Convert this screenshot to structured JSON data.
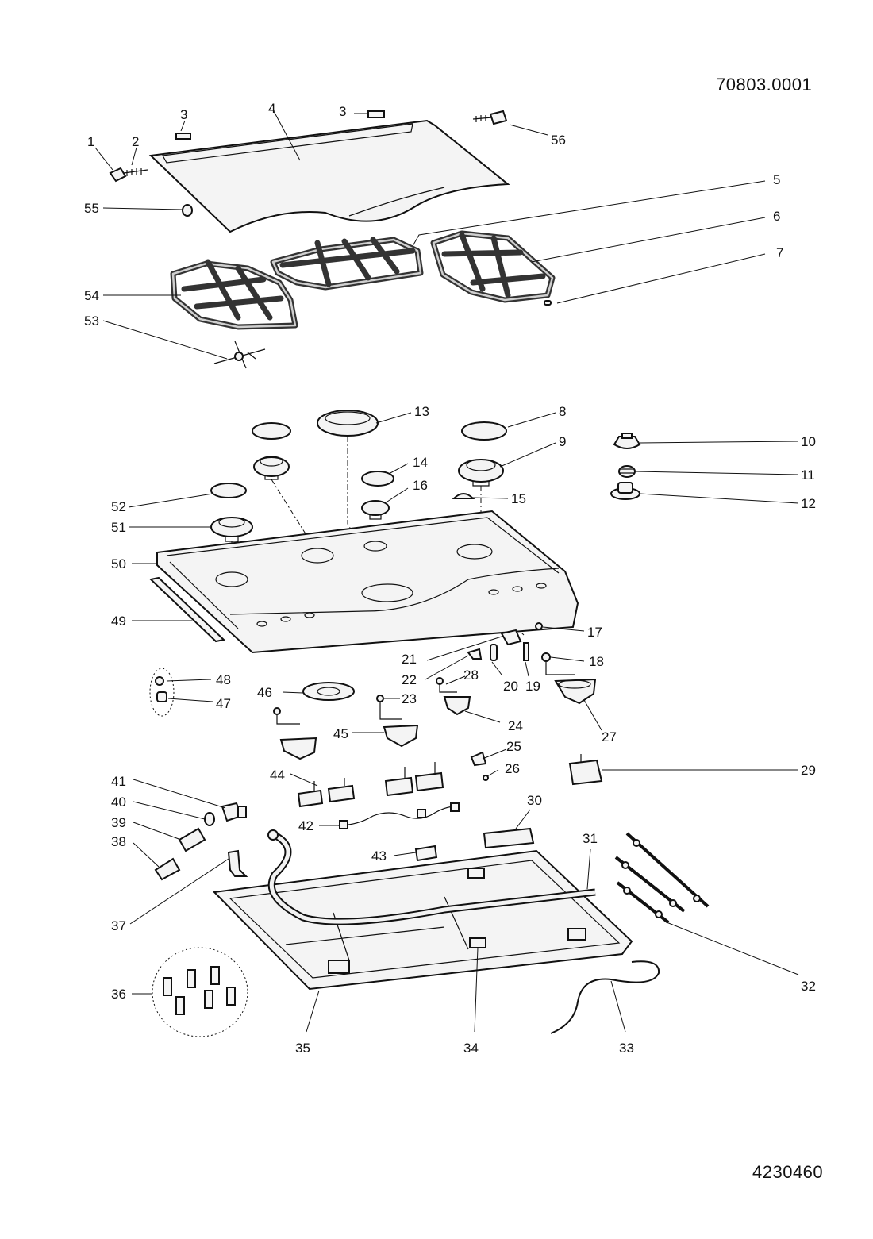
{
  "document": {
    "drawing_number": "70803.0001",
    "part_list_number": "4230460"
  },
  "callouts": [
    "1",
    "2",
    "3",
    "3",
    "4",
    "5",
    "6",
    "7",
    "8",
    "9",
    "10",
    "11",
    "12",
    "13",
    "14",
    "15",
    "16",
    "17",
    "18",
    "19",
    "20",
    "21",
    "22",
    "23",
    "24",
    "25",
    "26",
    "27",
    "28",
    "29",
    "30",
    "31",
    "32",
    "33",
    "34",
    "35",
    "36",
    "37",
    "38",
    "39",
    "40",
    "41",
    "42",
    "43",
    "44",
    "45",
    "46",
    "47",
    "48",
    "49",
    "50",
    "51",
    "52",
    "53",
    "54",
    "55",
    "56"
  ]
}
